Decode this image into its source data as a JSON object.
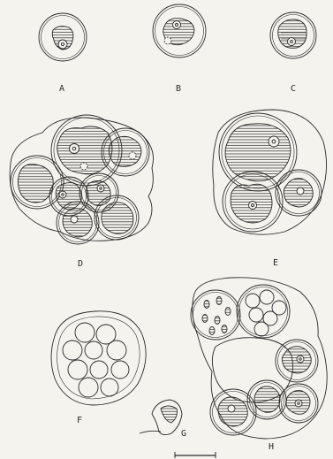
{
  "figure_labels": {
    "a": "A",
    "b": "B",
    "c": "C",
    "d": "D",
    "e": "E",
    "f": "F",
    "g": "G",
    "h": "H"
  },
  "colors": {
    "paper": "#f4f3ee",
    "ink": "#2a2a2a"
  }
}
